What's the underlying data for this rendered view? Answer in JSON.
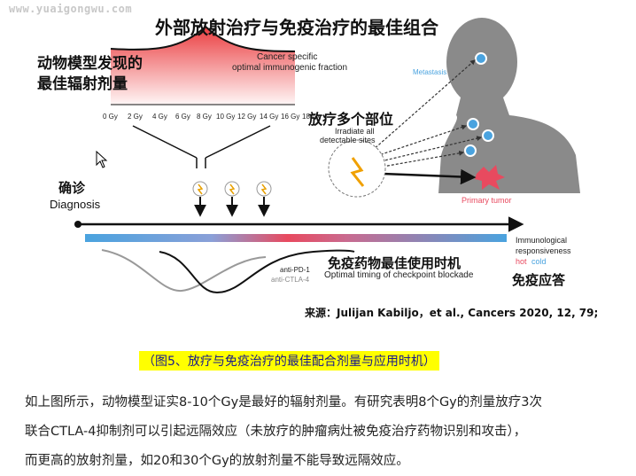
{
  "watermark": "www.yuaigongwu.com",
  "figure": {
    "title": "外部放射治疗与免疫治疗的最佳组合",
    "animal_label_line1": "动物模型发现的",
    "animal_label_line2": "最佳辐射剂量",
    "curve_label_line1": "Cancer specific",
    "curve_label_line2": "optimal immunogenic fraction",
    "dose_ticks": [
      "0 Gy",
      "2 Gy",
      "4 Gy",
      "6 Gy",
      "8 Gy",
      "10 Gy",
      "12 Gy",
      "14 Gy",
      "16 Gy",
      "18 Gy"
    ],
    "multi_site_cn": "放疗多个部位",
    "multi_site_en_line1": "Irradiate all",
    "multi_site_en_line2": "detectable sites",
    "metastasis": "Metastasis",
    "primary_tumor": "Primary tumor",
    "diagnosis_cn": "确诊",
    "diagnosis_en": "Diagnosis",
    "immuno_resp_line1": "Immunological",
    "immuno_resp_line2": "responsiveness",
    "hot": "hot",
    "cold": "cold",
    "anti_pd1": "anti-PD-1",
    "anti_ctla4": "anti-CTLA-4",
    "timing_cn": "免疫药物最佳使用时机",
    "timing_en": "Optimal timing of checkpoint blockade",
    "immuno_answer": "免疫应答",
    "source": "来源：Julijan Kabiljo，et al., Cancers 2020, 12, 79;",
    "colors": {
      "red_peak": "#e8282b",
      "blue_bar": "#4aa3df",
      "hot": "#e84a5f",
      "cold": "#4aa3df",
      "silhouette": "#8a8a8a",
      "metastasis_text": "#4aa3df",
      "tumor_text": "#e84a5f"
    }
  },
  "caption": "（图5、放疗与免疫治疗的最佳配合剂量与应用时机）",
  "paragraph": {
    "line1": "如上图所示，动物模型证实8-10个Gy是最好的辐射剂量。有研究表明8个Gy的剂量放疗3次",
    "line2": "联合CTLA-4抑制剂可以引起远隔效应（未放疗的肿瘤病灶被免疫治疗药物识别和攻击），",
    "line3": "而更高的放射剂量，如20和30个Gy的放射剂量不能导致远隔效应。"
  }
}
